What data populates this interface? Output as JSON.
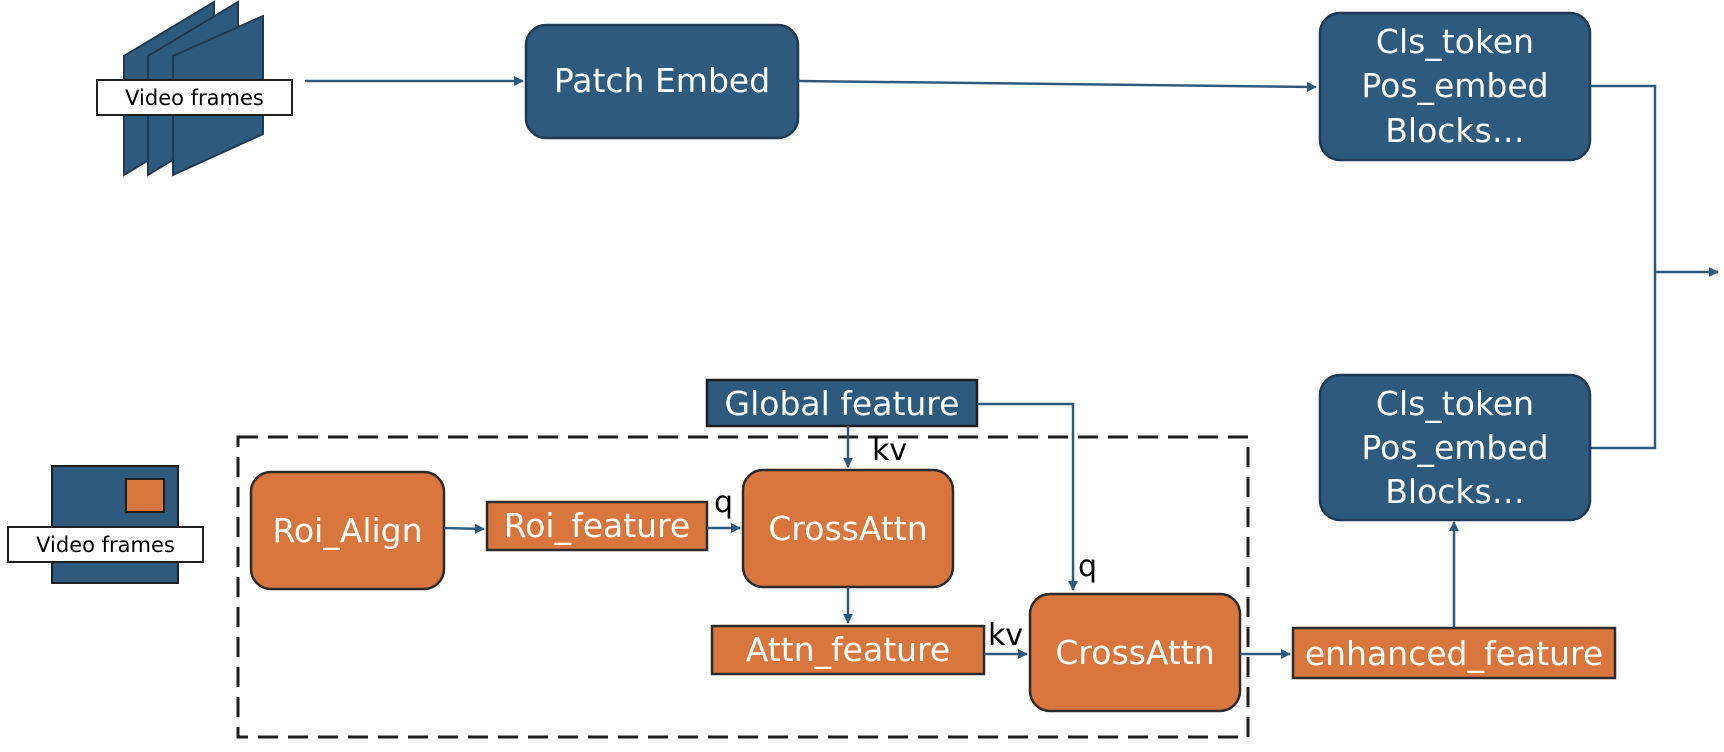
{
  "colors": {
    "blue_fill": "#2e5b7d",
    "blue_stroke": "#1e3a52",
    "orange_fill": "#d9763d",
    "orange_stroke": "#2b2b2b",
    "arrow": "#2e5b7d"
  },
  "icons": {
    "stacked_frames": "stacked-video-frames-icon",
    "roi_frame": "video-frame-with-roi-icon"
  },
  "top": {
    "frames_label": "Video frames",
    "patch_embed": "Patch Embed",
    "encoder_lines": [
      "Cls_token",
      "Pos_embed",
      "Blocks…"
    ]
  },
  "bottom": {
    "frames_label": "Video frames",
    "global_feature": "Global feature",
    "roi_align": "Roi_Align",
    "roi_feature": "Roi_feature",
    "cross_attn_1": "CrossAttn",
    "attn_feature": "Attn_feature",
    "cross_attn_2": "CrossAttn",
    "enhanced_feature": "enhanced_feature",
    "encoder_lines": [
      "Cls_token",
      "Pos_embed",
      "Blocks…"
    ]
  },
  "edge_labels": {
    "kv_top": "kv",
    "q_left": "q",
    "kv_bottom": "kv",
    "q_right": "q"
  }
}
